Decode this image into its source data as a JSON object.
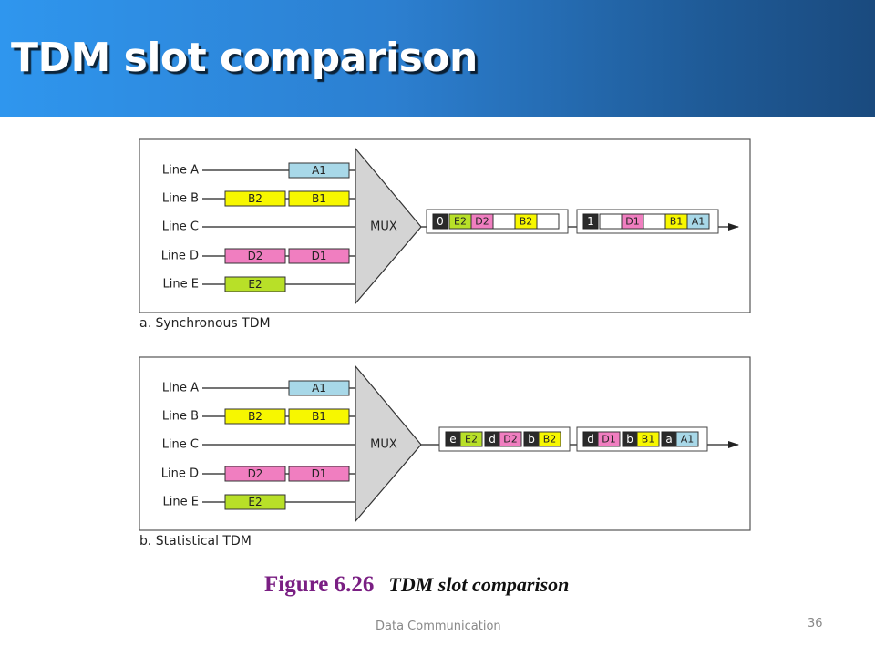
{
  "slide": {
    "title": "TDM slot comparison",
    "figure_label": "Figure 6.26",
    "figure_title": "TDM slot comparison",
    "footer": "Data Communication",
    "page_number": "36"
  },
  "colors": {
    "A": "#a8d8e8",
    "B": "#f7f700",
    "D": "#f07ec0",
    "E": "#b8e028",
    "label_bg": "#2a2a2a",
    "empty": "#ffffff"
  },
  "lines": [
    "Line A",
    "Line B",
    "Line C",
    "Line D",
    "Line E"
  ],
  "mux_label": "MUX",
  "panels": [
    {
      "caption": "a. Synchronous TDM",
      "inputs": [
        [
          "A1"
        ],
        [
          "B2",
          "B1"
        ],
        [],
        [
          "D2",
          "D1"
        ],
        [
          "E2"
        ]
      ],
      "frames": [
        {
          "label": "0",
          "slots": [
            "E2",
            "D2",
            "",
            "B2",
            ""
          ]
        },
        {
          "label": "1",
          "slots": [
            "",
            "D1",
            "",
            "B1",
            "A1"
          ]
        }
      ]
    },
    {
      "caption": "b. Statistical TDM",
      "inputs": [
        [
          "A1"
        ],
        [
          "B2",
          "B1"
        ],
        [],
        [
          "D2",
          "D1"
        ],
        [
          "E2"
        ]
      ],
      "frames": [
        {
          "pairs": [
            [
              "e",
              "E2"
            ],
            [
              "d",
              "D2"
            ],
            [
              "b",
              "B2"
            ]
          ]
        },
        {
          "pairs": [
            [
              "d",
              "D1"
            ],
            [
              "b",
              "B1"
            ],
            [
              "a",
              "A1"
            ]
          ]
        }
      ]
    }
  ]
}
